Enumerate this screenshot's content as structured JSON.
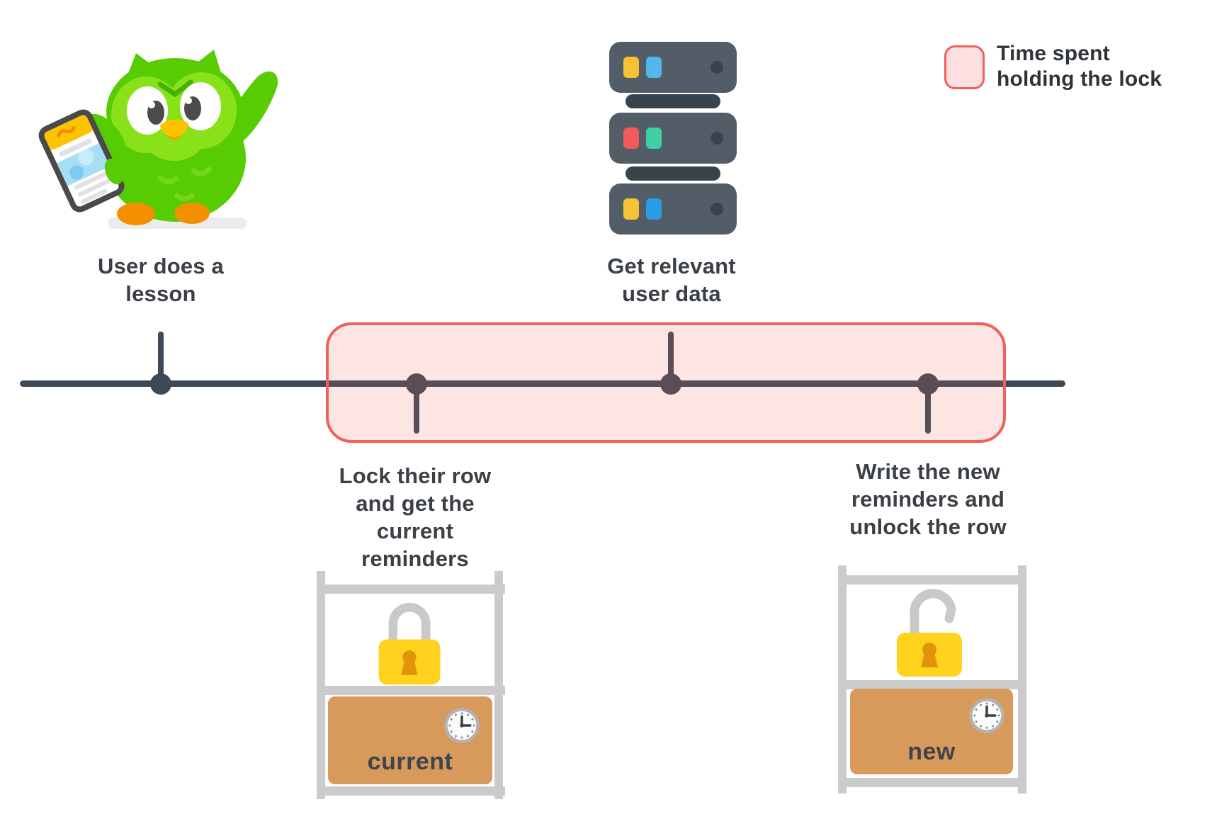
{
  "legend": {
    "label": "Time spent\nholding the lock"
  },
  "timeline": {
    "events": [
      {
        "id": "user-does-lesson",
        "label": "User does a\nlesson",
        "label_side": "above",
        "in_lock_region": false
      },
      {
        "id": "lock-row",
        "label": "Lock their row\nand get the\ncurrent\nreminders",
        "label_side": "below",
        "in_lock_region": true
      },
      {
        "id": "get-user-data",
        "label": "Get relevant\nuser data",
        "label_side": "above",
        "in_lock_region": true
      },
      {
        "id": "write-reminders",
        "label": "Write the new\nreminders and\nunlock the row",
        "label_side": "below",
        "in_lock_region": true
      }
    ]
  },
  "rows": {
    "current": {
      "label": "current",
      "lock_state": "locked"
    },
    "new": {
      "label": "new",
      "lock_state": "unlocked"
    }
  },
  "icons": {
    "mascot": "duolingo-owl-with-phone",
    "database": "server-stack",
    "locked": "padlock-closed",
    "unlocked": "padlock-open",
    "clock": "analog-clock",
    "legend_swatch": "lock-region-swatch"
  },
  "colors": {
    "timeline_line": "#3d4a55",
    "lock_region_border": "#f2605a",
    "lock_region_fill": "#fde5e4",
    "padlock_yellow": "#ffd21e",
    "row_box_brown": "#d89a5b",
    "frame_gray": "#cbcbcb",
    "owl_green": "#58cc02",
    "server_slate": "#525d68",
    "label_text": "#3a4046"
  }
}
